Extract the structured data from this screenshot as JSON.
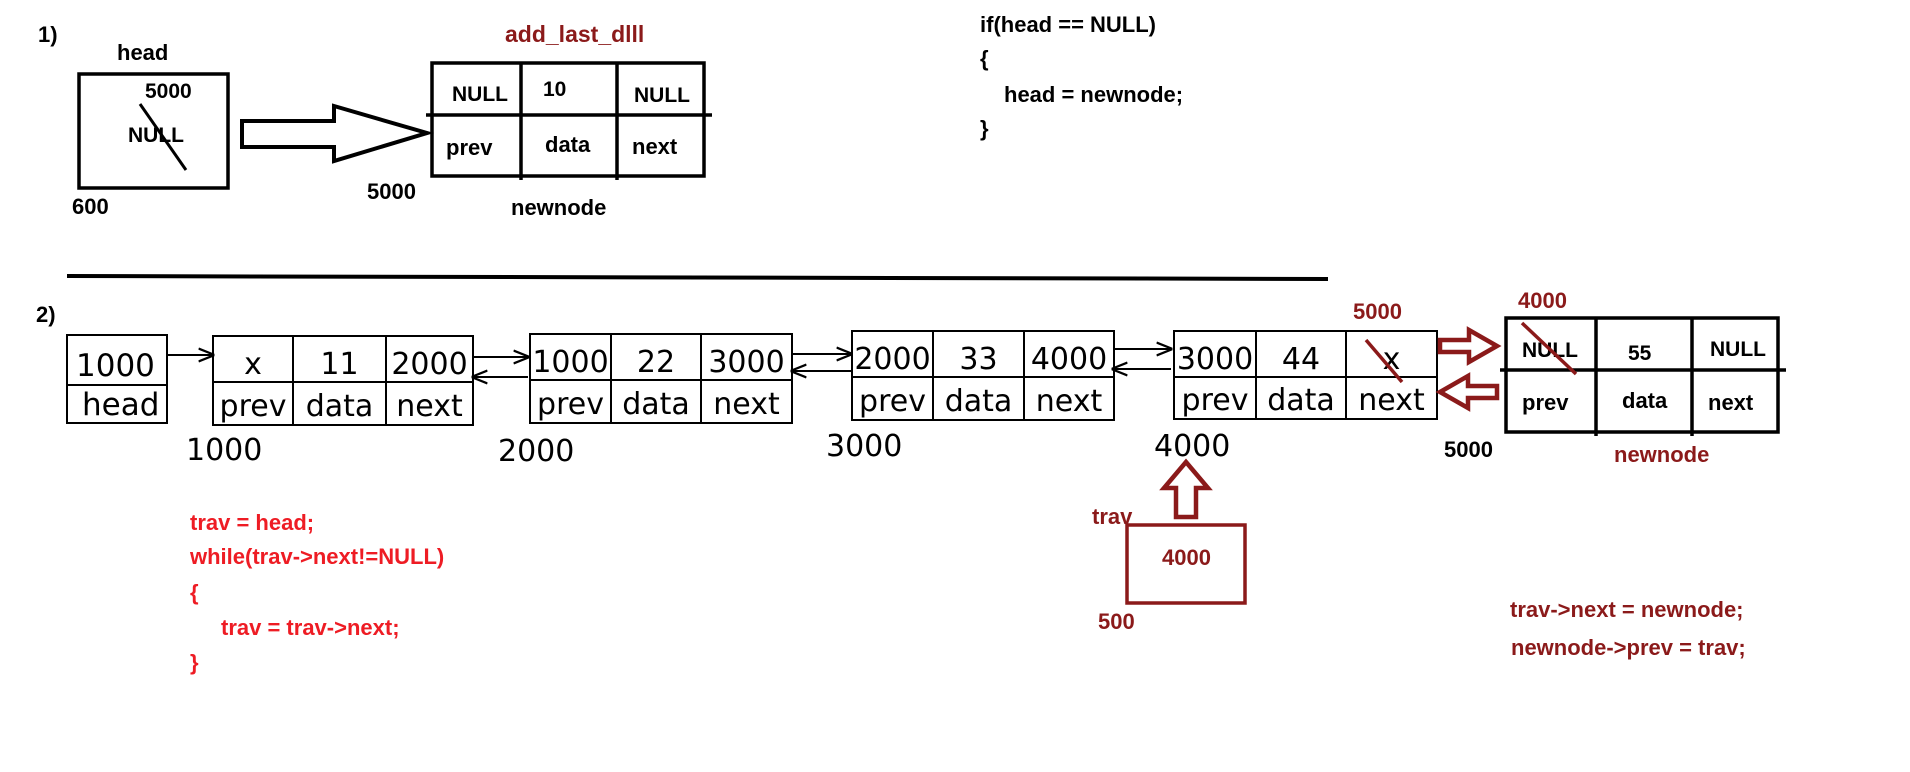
{
  "colors": {
    "ink": "#000000",
    "maroon": "#8b1a1a",
    "red": "#ee1c24"
  },
  "part1": {
    "number": "1)",
    "head": {
      "label": "head",
      "value_old": "NULL",
      "value_new": "5000",
      "address": "600"
    },
    "function_name": "add_last_dlll",
    "newnode": {
      "prev": "NULL",
      "data": "10",
      "next": "NULL",
      "field_prev": "prev",
      "field_data": "data",
      "field_next": "next",
      "address": "5000",
      "name": "newnode"
    },
    "code": [
      "if(head == NULL)",
      "{",
      "head = newnode;",
      "}"
    ]
  },
  "part2": {
    "number": "2)",
    "head": {
      "value": "1000",
      "label": "head"
    },
    "nodes": [
      {
        "prev": "x",
        "data": "11",
        "next": "2000",
        "address": "1000"
      },
      {
        "prev": "1000",
        "data": "22",
        "next": "3000",
        "address": "2000"
      },
      {
        "prev": "2000",
        "data": "33",
        "next": "4000",
        "address": "3000"
      },
      {
        "prev": "3000",
        "data": "44",
        "next": "x",
        "address": "4000",
        "next_new": "5000"
      }
    ],
    "fields": {
      "prev": "prev",
      "data": "data",
      "next": "next"
    },
    "newnode": {
      "prev": "NULL",
      "prev_new": "4000",
      "data": "55",
      "next": "NULL",
      "field_prev": "prev",
      "field_data": "data",
      "field_next": "next",
      "address": "5000",
      "name": "newnode"
    },
    "trav": {
      "label": "trav",
      "value": "4000",
      "address": "500"
    },
    "traverse_code": [
      "trav = head;",
      "while(trav->next!=NULL)",
      "{",
      "trav = trav->next;",
      "}"
    ],
    "link_code": [
      "trav->next = newnode;",
      "newnode->prev = trav;"
    ]
  }
}
